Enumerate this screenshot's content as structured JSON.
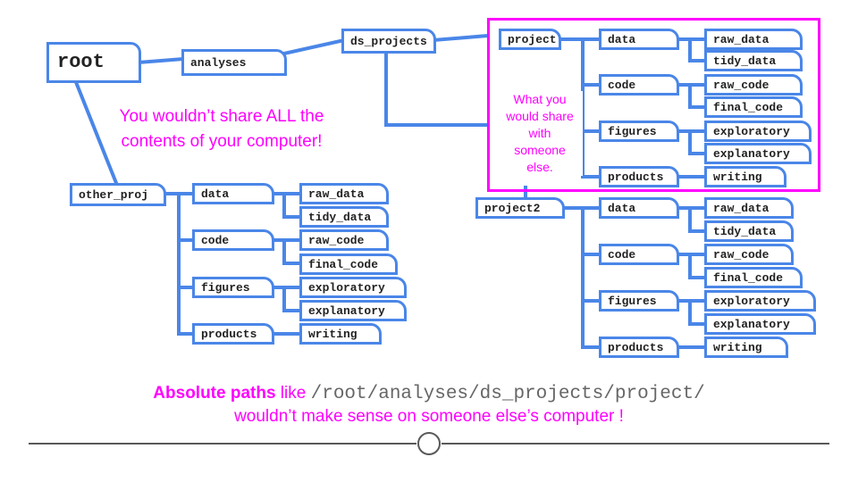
{
  "colors": {
    "folder_border": "#4a86e8",
    "highlight": "#ff00ff",
    "rule": "#595959"
  },
  "nodes": {
    "root": "root",
    "analyses": "analyses",
    "ds_projects": "ds_projects",
    "other_proj": "other_proj",
    "project": "project",
    "project2": "project2",
    "data": "data",
    "code": "code",
    "figures": "figures",
    "products": "products",
    "raw_data": "raw_data",
    "tidy_data": "tidy_data",
    "raw_code": "raw_code",
    "final_code": "final_code",
    "exploratory": "exploratory",
    "explanatory": "explanatory",
    "writing": "writing"
  },
  "notes": {
    "share_all_line1": "You wouldn’t share ALL the",
    "share_all_line2": "contents of your computer!",
    "share_what_lines": [
      "What you",
      "would share",
      "with",
      "someone",
      "else."
    ]
  },
  "bottom": {
    "bold": "Absolute paths",
    "like": " like ",
    "path": "/root/analyses/ds_projects/project/",
    "line2": "wouldn’t make sense on someone else’s computer !"
  }
}
